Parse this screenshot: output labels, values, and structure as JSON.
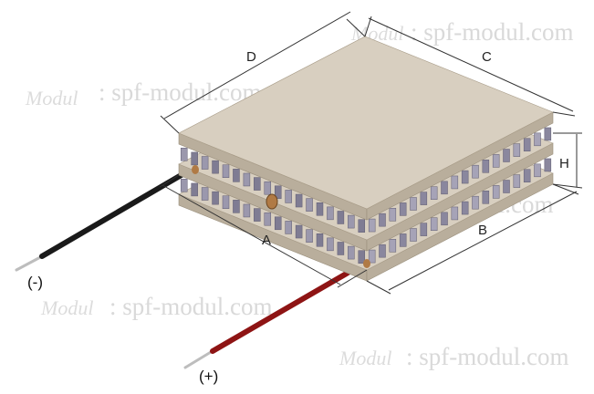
{
  "dimensions": {
    "a_label": "A",
    "b_label": "B",
    "c_label": "C",
    "d_label": "D",
    "h_label": "H"
  },
  "wires": {
    "negative_label": "(-)",
    "positive_label": "(+)",
    "negative_color": "#1a1a1a",
    "positive_color": "#8e1414"
  },
  "watermark": {
    "logo_text": "Modul",
    "site_text": ": spf-modul.com"
  },
  "colors": {
    "plate_top": "#d8cfc0",
    "plate_edge": "#b9ae9c",
    "pellet": "#8d8aa0",
    "dimension_line": "#333333"
  }
}
